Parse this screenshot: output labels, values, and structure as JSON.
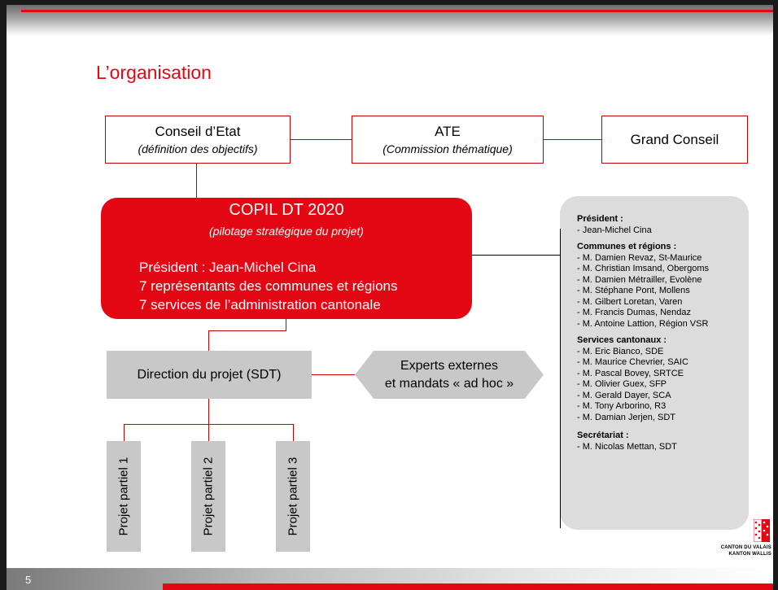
{
  "slide": {
    "title": "L’organisation",
    "page_number": "5",
    "accent_color": "#e30613",
    "box_fill_color": "#c8c8c8"
  },
  "top_row": {
    "conseil_etat": {
      "main": "Conseil d’Etat",
      "sub": "(définition des objectifs)"
    },
    "ate": {
      "main": "ATE",
      "sub": "(Commission thématique)"
    },
    "grand_conseil": {
      "main": "Grand Conseil"
    }
  },
  "copil": {
    "title": "COPIL DT 2020",
    "subtitle": "(pilotage stratégique du projet)",
    "lines": [
      "Président : Jean-Michel Cina",
      "7 représentants des communes et régions",
      "7 services de l’administration cantonale"
    ]
  },
  "direction": {
    "label": "Direction du projet (SDT)"
  },
  "experts": {
    "line1": "Experts externes",
    "line2": "et mandats « ad hoc »"
  },
  "projects": [
    "Projet partiel 1",
    "Projet partiel 2",
    "Projet partiel 3"
  ],
  "members": {
    "president": {
      "heading": "Président :",
      "items": [
        "- Jean-Michel Cina"
      ]
    },
    "communes": {
      "heading": "Communes et régions :",
      "items": [
        "- M. Damien Revaz, St-Maurice",
        "- M. Christian Imsand, Obergoms",
        "- M. Damien Métrailler, Evolène",
        "- M. Stéphane Pont, Mollens",
        "- M. Gilbert Loretan, Varen",
        "- M. Francis Dumas, Nendaz",
        "- M. Antoine Lattion, Région VSR"
      ]
    },
    "services": {
      "heading": "Services cantonaux :",
      "items": [
        "- M. Eric Bianco, SDE",
        "- M. Maurice Chevrier, SAIC",
        "- M. Pascal Bovey, SRTCE",
        "- M. Olivier Guex, SFP",
        "- M. Gerald Dayer, SCA",
        "- M. Tony Arborino, R3",
        "- M. Damian Jerjen, SDT"
      ]
    },
    "secretariat": {
      "heading": "Secrétariat :",
      "items": [
        "- M. Nicolas Mettan, SDT"
      ]
    }
  },
  "logo": {
    "line1": "CANTON DU VALAIS",
    "line2": "KANTON WALLIS"
  }
}
